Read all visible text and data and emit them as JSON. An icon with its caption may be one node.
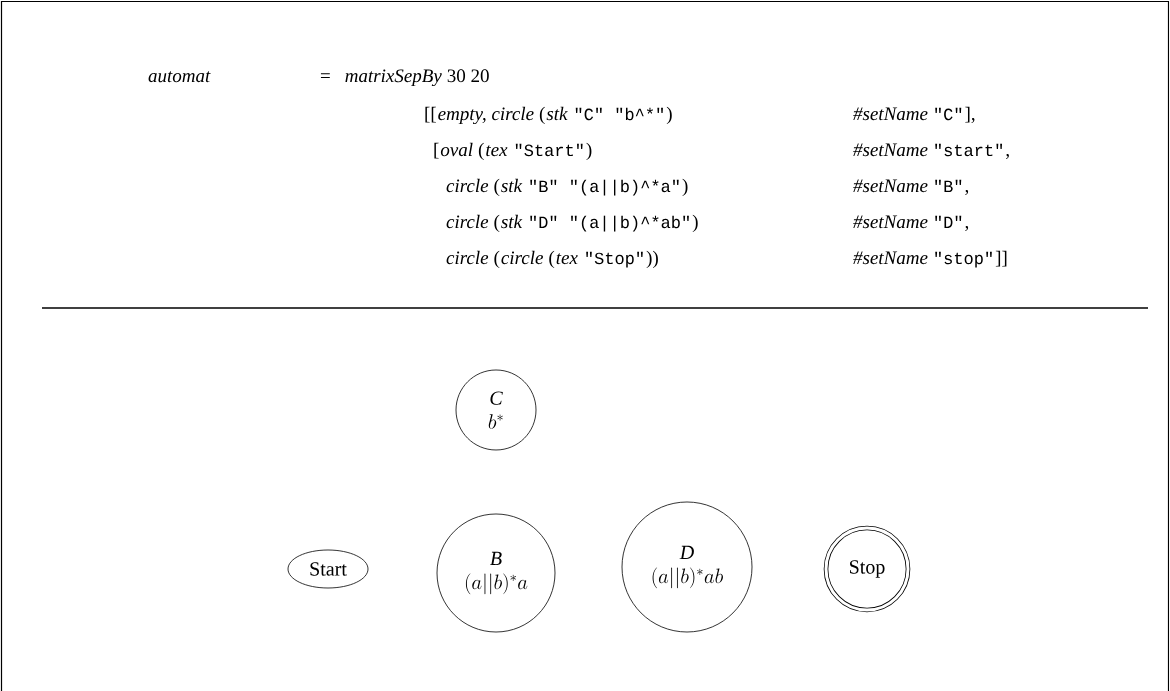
{
  "diagram": {
    "nodes": [
      {
        "text": [
          "C",
          "b^*"
        ]
      },
      {
        "text": [
          "Start"
        ]
      },
      {
        "text": [
          "B",
          "(a||b)^*a"
        ]
      },
      {
        "text": [
          "D",
          "(a||b)^*ab"
        ]
      },
      {
        "text": [
          "Stop"
        ]
      }
    ],
    "labels": [
      "automat",
      "=",
      "matrixSepBy",
      "30 20",
      "[[",
      "empty, circle",
      "(",
      "stk",
      "\"C\" \"b^*\"",
      ")",
      "#setName",
      "\"C\"",
      "],",
      "[",
      "oval",
      "(",
      "tex",
      "\"Start\"",
      ")",
      "#setName",
      "\"start\"",
      ",",
      "circle",
      "(",
      "stk",
      "\"B\" \"(a||b)^*a\"",
      ")",
      "#setName",
      "\"B\"",
      ",",
      "circle",
      "(",
      "stk",
      "\"D\" \"(a||b)^*ab\"",
      ")",
      "#setName",
      "\"D\"",
      ",",
      "circle",
      "(",
      "circle",
      "(",
      "tex",
      "\"Stop\"",
      "))",
      "#setName",
      "\"stop\"",
      "]]"
    ]
  }
}
